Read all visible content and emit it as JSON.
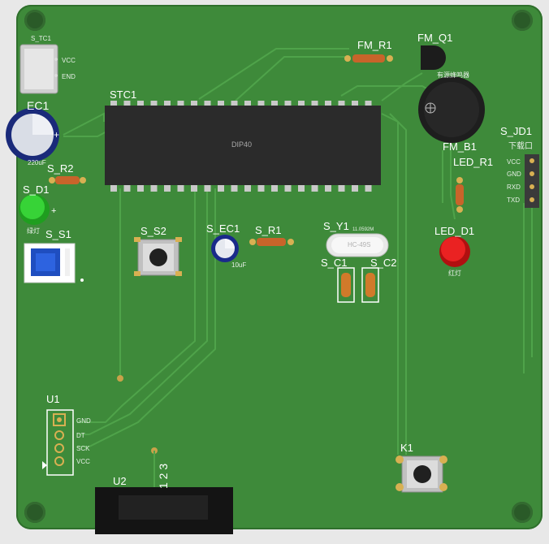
{
  "board": {
    "labels": {
      "s_tc1": "S_TC1",
      "vcc": "VCC",
      "end": "END",
      "ec1": "EC1",
      "ec1_value": "220uF",
      "s_r2": "S_R2",
      "s_d1": "S_D1",
      "s_d1_note": "绿灯",
      "s_s1": "S_S1",
      "stc1": "STC1",
      "dip40": "DIP40",
      "s_s2": "S_S2",
      "s_ec1": "S_EC1",
      "s_ec1_value": "10uF",
      "s_r1": "S_R1",
      "s_y1": "S_Y1",
      "s_y1_sub": "11.0592M",
      "hc49s": "HC-49S",
      "s_c1": "S_C1",
      "s_c2": "S_C2",
      "fm_r1": "FM_R1",
      "fm_q1": "FM_Q1",
      "fm_b1": "FM_B1",
      "buzzer_note": "有源蜂鸣器",
      "s_jd1": "S_JD1",
      "download_port": "下载口",
      "led_r1": "LED_R1",
      "led_d1": "LED_D1",
      "led_d1_note": "红灯",
      "u1": "U1",
      "u2": "U2",
      "k1": "K1"
    },
    "jd1_pins": [
      "VCC",
      "GND",
      "RXD",
      "TXD"
    ],
    "u1_pins": [
      "GND",
      "DT",
      "SCK",
      "VCC"
    ],
    "colors": {
      "board": "#3e8a3a",
      "trace": "#4fa34a",
      "ic": "#2b2b2b",
      "pin": "#c9c9c9",
      "led_green": "#2ecc2e",
      "led_red": "#e41c1c",
      "resistor": "#c8642a",
      "cap_ceramic": "#d07a2a"
    }
  }
}
